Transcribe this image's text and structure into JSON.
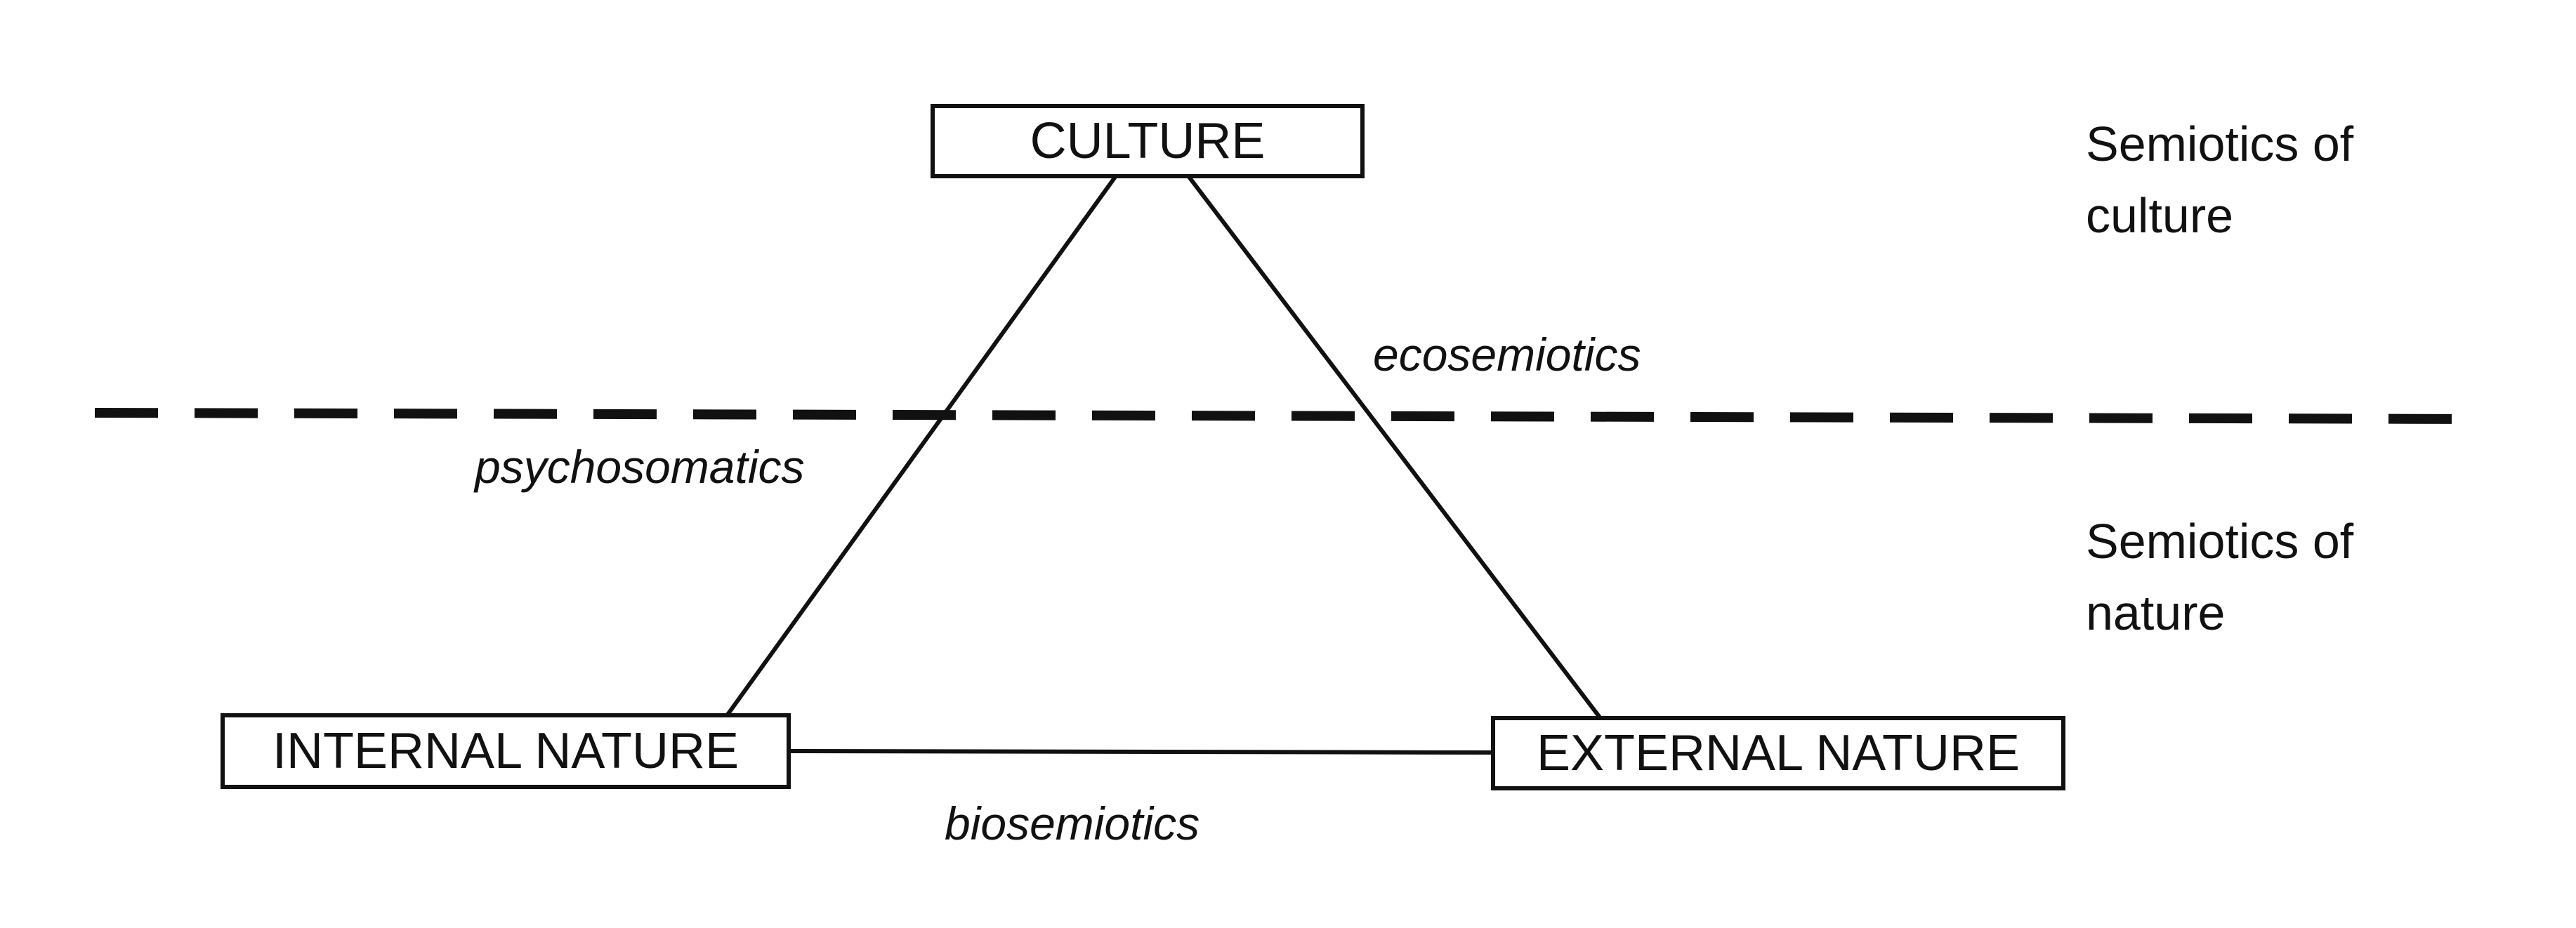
{
  "nodes": {
    "culture": "CULTURE",
    "internal_nature": "INTERNAL NATURE",
    "external_nature": "EXTERNAL NATURE"
  },
  "edges": {
    "culture_internal": "psychosomatics",
    "culture_external": "ecosemiotics",
    "internal_external": "biosemiotics"
  },
  "regions": {
    "upper": {
      "line1": "Semiotics of",
      "line2": "culture"
    },
    "lower": {
      "line1": "Semiotics of",
      "line2": "nature"
    }
  },
  "colors": {
    "ink": "#111111",
    "background": "#ffffff"
  }
}
